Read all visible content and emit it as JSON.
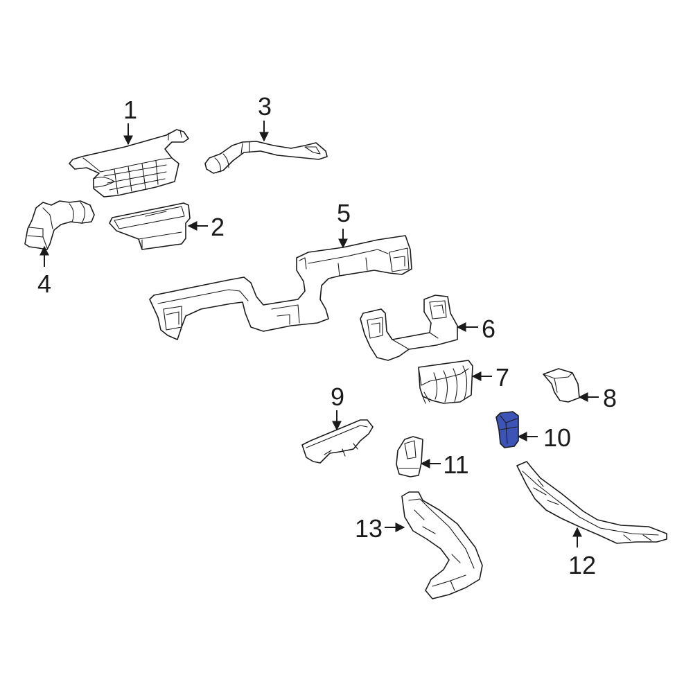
{
  "colors": {
    "outline": "#1a1a1a",
    "highlight": "#3b54b6",
    "background": "#ffffff"
  },
  "callouts": [
    {
      "id": "1",
      "label": "1"
    },
    {
      "id": "2",
      "label": "2"
    },
    {
      "id": "3",
      "label": "3"
    },
    {
      "id": "4",
      "label": "4"
    },
    {
      "id": "5",
      "label": "5"
    },
    {
      "id": "6",
      "label": "6"
    },
    {
      "id": "7",
      "label": "7"
    },
    {
      "id": "8",
      "label": "8"
    },
    {
      "id": "9",
      "label": "9"
    },
    {
      "id": "10",
      "label": "10"
    },
    {
      "id": "11",
      "label": "11"
    },
    {
      "id": "12",
      "label": "12"
    },
    {
      "id": "13",
      "label": "13"
    }
  ],
  "highlighted_part": "10"
}
